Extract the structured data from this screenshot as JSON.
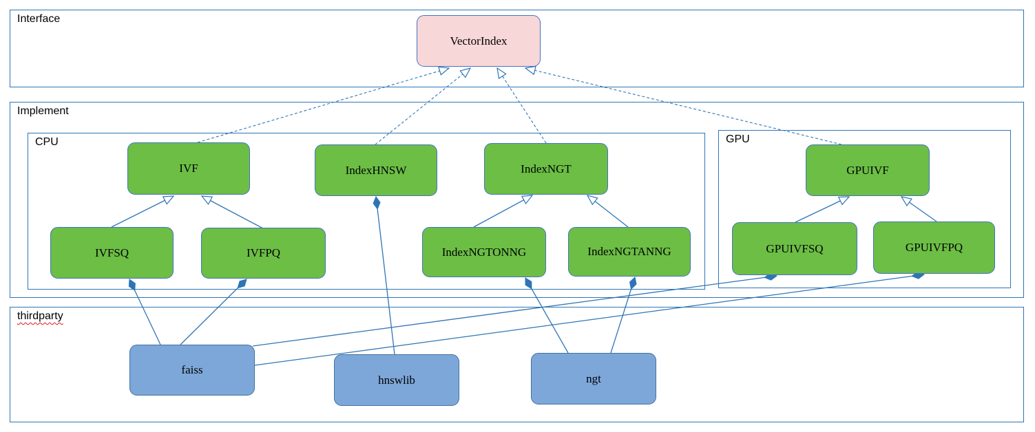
{
  "diagram": {
    "containers": {
      "interface": {
        "label": "Interface"
      },
      "implement": {
        "label": "Implement"
      },
      "cpu": {
        "label": "CPU"
      },
      "gpu": {
        "label": "GPU"
      },
      "thirdparty": {
        "label": "thirdparty",
        "spellcheck_underline": true
      }
    },
    "nodes": {
      "vectorindex": {
        "label": "VectorIndex",
        "group": "interface",
        "color": "#f8d7d8"
      },
      "ivf": {
        "label": "IVF",
        "group": "cpu",
        "color": "#6cbe45"
      },
      "indexhnsw": {
        "label": "IndexHNSW",
        "group": "cpu",
        "color": "#6cbe45"
      },
      "indexngt": {
        "label": "IndexNGT",
        "group": "cpu",
        "color": "#6cbe45"
      },
      "ivfsq": {
        "label": "IVFSQ",
        "group": "cpu",
        "color": "#6cbe45"
      },
      "ivfpq": {
        "label": "IVFPQ",
        "group": "cpu",
        "color": "#6cbe45"
      },
      "indexngtonng": {
        "label": "IndexNGTONNG",
        "group": "cpu",
        "color": "#6cbe45"
      },
      "indexngtanng": {
        "label": "IndexNGTANNG",
        "group": "cpu",
        "color": "#6cbe45"
      },
      "gpuivf": {
        "label": "GPUIVF",
        "group": "gpu",
        "color": "#6cbe45"
      },
      "gpuivfsq": {
        "label": "GPUIVFSQ",
        "group": "gpu",
        "color": "#6cbe45"
      },
      "gpuivfpq": {
        "label": "GPUIVFPQ",
        "group": "gpu",
        "color": "#7da7d9"
      },
      "faiss": {
        "label": "faiss",
        "group": "thirdparty",
        "color": "#7da7d9"
      },
      "hnswlib": {
        "label": "hnswlib",
        "group": "thirdparty",
        "color": "#7da7d9"
      },
      "ngt": {
        "label": "ngt",
        "group": "thirdparty",
        "color": "#7da7d9"
      }
    },
    "edges": [
      {
        "from": "IVF",
        "to": "VectorIndex",
        "type": "realization",
        "style": "dashed-hollow-triangle"
      },
      {
        "from": "IndexHNSW",
        "to": "VectorIndex",
        "type": "realization",
        "style": "dashed-hollow-triangle"
      },
      {
        "from": "IndexNGT",
        "to": "VectorIndex",
        "type": "realization",
        "style": "dashed-hollow-triangle"
      },
      {
        "from": "GPUIVF",
        "to": "VectorIndex",
        "type": "realization",
        "style": "dashed-hollow-triangle"
      },
      {
        "from": "IVFSQ",
        "to": "IVF",
        "type": "generalization",
        "style": "solid-hollow-triangle"
      },
      {
        "from": "IVFPQ",
        "to": "IVF",
        "type": "generalization",
        "style": "solid-hollow-triangle"
      },
      {
        "from": "IndexNGTONNG",
        "to": "IndexNGT",
        "type": "generalization",
        "style": "solid-hollow-triangle"
      },
      {
        "from": "IndexNGTANNG",
        "to": "IndexNGT",
        "type": "generalization",
        "style": "solid-hollow-triangle"
      },
      {
        "from": "GPUIVFSQ",
        "to": "GPUIVF",
        "type": "generalization",
        "style": "solid-hollow-triangle"
      },
      {
        "from": "GPUIVFPQ",
        "to": "GPUIVF",
        "type": "generalization",
        "style": "solid-hollow-triangle"
      },
      {
        "from": "faiss",
        "to": "IVFSQ",
        "type": "composition",
        "style": "solid-filled-diamond"
      },
      {
        "from": "faiss",
        "to": "IVFPQ",
        "type": "composition",
        "style": "solid-filled-diamond"
      },
      {
        "from": "faiss",
        "to": "GPUIVFSQ",
        "type": "composition",
        "style": "solid-filled-diamond"
      },
      {
        "from": "faiss",
        "to": "GPUIVFPQ",
        "type": "composition",
        "style": "solid-filled-diamond"
      },
      {
        "from": "hnswlib",
        "to": "IndexHNSW",
        "type": "composition",
        "style": "solid-filled-diamond"
      },
      {
        "from": "ngt",
        "to": "IndexNGTONNG",
        "type": "composition",
        "style": "solid-filled-diamond"
      },
      {
        "from": "ngt",
        "to": "IndexNGTANNG",
        "type": "composition",
        "style": "solid-filled-diamond"
      }
    ],
    "colors": {
      "node_green": "#6cbe45",
      "node_pink": "#f8d7d8",
      "node_blue": "#7da7d9",
      "node_border": "#4472c4",
      "container_border": "#2e75b6",
      "connector": "#2e75b6",
      "spellcheck_underline": "#e01515"
    }
  }
}
